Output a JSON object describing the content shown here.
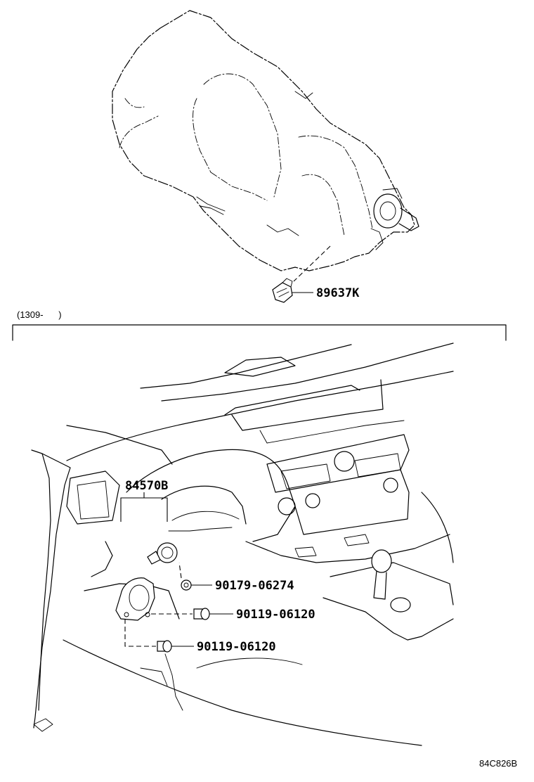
{
  "date_range_label": "(1309-      )",
  "parts": {
    "speed_sensor": "89637K",
    "switch_assembly": "84570B",
    "nut": "90179-06274",
    "bolt_upper": "90119-06120",
    "bolt_lower": "90119-06120"
  },
  "figure_code": "84C826B"
}
